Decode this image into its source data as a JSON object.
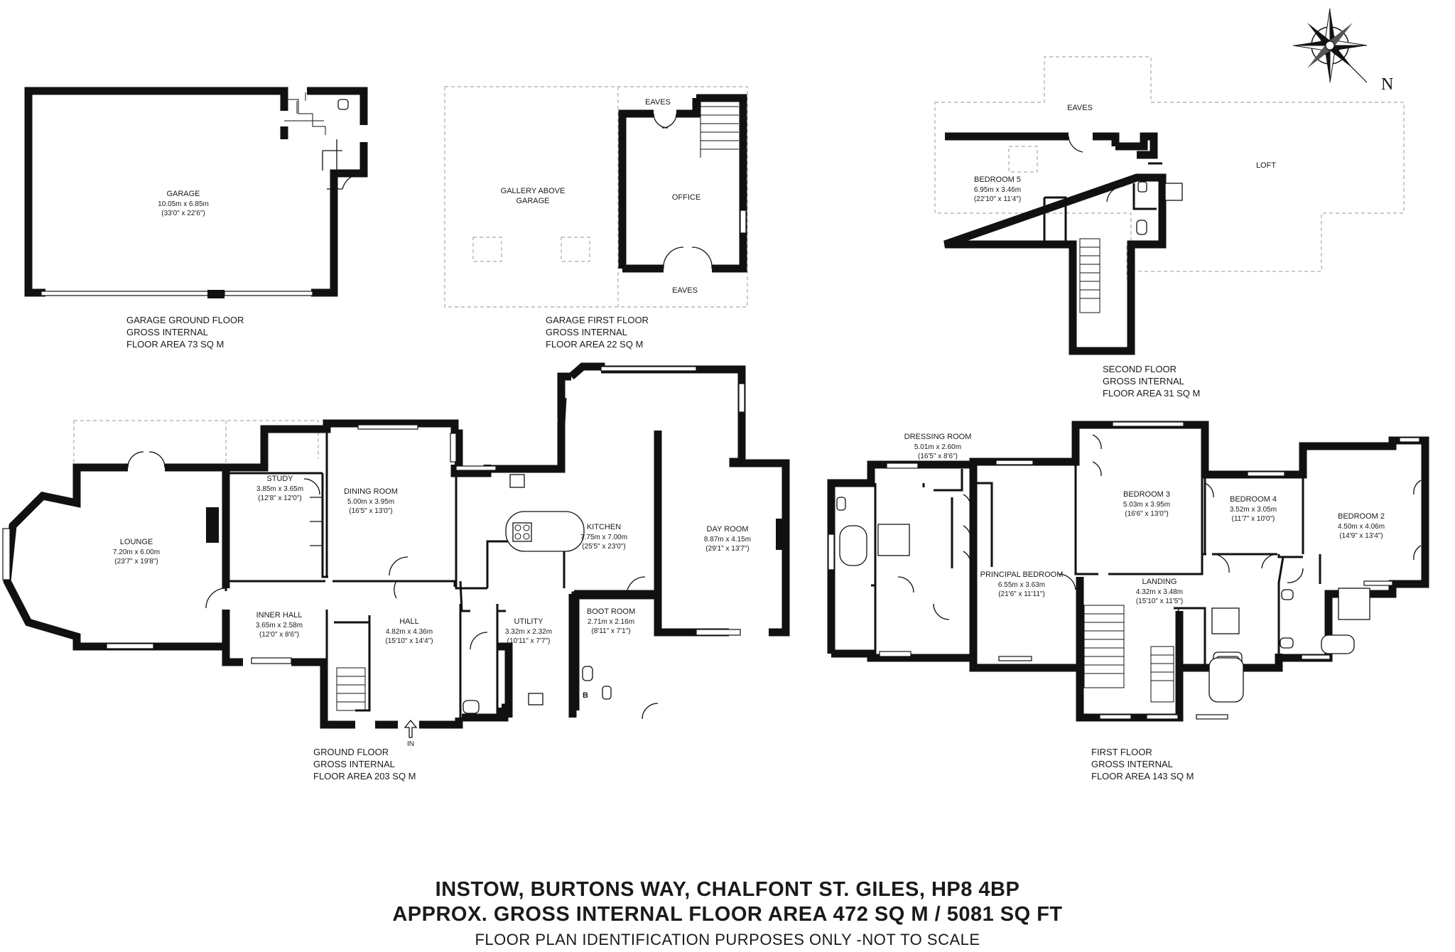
{
  "compass": {
    "north_label": "N",
    "icon": "compass-rose-icon"
  },
  "rooms": {
    "garage": {
      "name": "GARAGE",
      "metric": "10.05m x 6.85m",
      "imperial": "(33'0\" x 22'6\")"
    },
    "gallery": {
      "name": "GALLERY ABOVE",
      "name2": "GARAGE"
    },
    "office": {
      "name": "OFFICE"
    },
    "eaves_a": {
      "name": "EAVES"
    },
    "eaves_b": {
      "name": "EAVES"
    },
    "eaves_c": {
      "name": "EAVES"
    },
    "loft": {
      "name": "LOFT"
    },
    "bedroom5": {
      "name": "BEDROOM 5",
      "metric": "6.95m x 3.46m",
      "imperial": "(22'10\" x 11'4\")"
    },
    "lounge": {
      "name": "LOUNGE",
      "metric": "7.20m x 6.00m",
      "imperial": "(23'7\" x 19'8\")"
    },
    "study": {
      "name": "STUDY",
      "metric": "3.85m x 3.65m",
      "imperial": "(12'8\" x 12'0\")"
    },
    "dining": {
      "name": "DINING ROOM",
      "metric": "5.00m x 3.95m",
      "imperial": "(16'5\" x 13'0\")"
    },
    "kitchen": {
      "name": "KITCHEN",
      "metric": "7.75m x 7.00m",
      "imperial": "(25'5\" x 23'0\")"
    },
    "dayroom": {
      "name": "DAY ROOM",
      "metric": "8.87m x 4.15m",
      "imperial": "(29'1\" x 13'7\")"
    },
    "innerhall": {
      "name": "INNER HALL",
      "metric": "3.65m x 2.58m",
      "imperial": "(12'0\" x 8'6\")"
    },
    "hall": {
      "name": "HALL",
      "metric": "4.82m x 4.36m",
      "imperial": "(15'10\" x 14'4\")"
    },
    "utility": {
      "name": "UTILITY",
      "metric": "3.32m x 2.32m",
      "imperial": "(10'11\" x 7'7\")"
    },
    "bootroom": {
      "name": "BOOT ROOM",
      "metric": "2.71m x 2.16m",
      "imperial": "(8'11\" x 7'1\")"
    },
    "boiler": {
      "name": "B"
    },
    "entrance": {
      "name": "IN"
    },
    "dressing": {
      "name": "DRESSING ROOM",
      "metric": "5.01m x 2.60m",
      "imperial": "(16'5\" x 8'6\")"
    },
    "principal": {
      "name": "PRINCIPAL BEDROOM",
      "metric": "6.55m x 3.63m",
      "imperial": "(21'6\" x 11'11\")"
    },
    "bedroom3": {
      "name": "BEDROOM 3",
      "metric": "5.03m x 3.95m",
      "imperial": "(16'6\" x 13'0\")"
    },
    "bedroom4": {
      "name": "BEDROOM 4",
      "metric": "3.52m x 3.05m",
      "imperial": "(11'7\" x 10'0\")"
    },
    "bedroom2": {
      "name": "BEDROOM 2",
      "metric": "4.50m x 4.06m",
      "imperial": "(14'9\" x 13'4\")"
    },
    "landing": {
      "name": "LANDING",
      "metric": "4.32m x 3.48m",
      "imperial": "(15'10\" x 11'5\")"
    }
  },
  "floors": {
    "garage_ground": {
      "l1": "GARAGE GROUND FLOOR",
      "l2": "GROSS INTERNAL",
      "l3": "FLOOR AREA 73 SQ M"
    },
    "garage_first": {
      "l1": "GARAGE FIRST FLOOR",
      "l2": "GROSS INTERNAL",
      "l3": "FLOOR AREA 22 SQ M"
    },
    "second": {
      "l1": "SECOND FLOOR",
      "l2": "GROSS INTERNAL",
      "l3": "FLOOR AREA 31 SQ M"
    },
    "ground": {
      "l1": "GROUND FLOOR",
      "l2": "GROSS INTERNAL",
      "l3": "FLOOR AREA 203 SQ M"
    },
    "first": {
      "l1": "FIRST FLOOR",
      "l2": "GROSS INTERNAL",
      "l3": "FLOOR AREA 143 SQ M"
    }
  },
  "footer": {
    "address": "INSTOW, BURTONS WAY, CHALFONT ST. GILES, HP8 4BP",
    "area": "APPROX. GROSS INTERNAL FLOOR AREA 472 SQ M / 5081 SQ FT",
    "disclaimer": "FLOOR PLAN IDENTIFICATION PURPOSES ONLY -NOT TO SCALE"
  }
}
